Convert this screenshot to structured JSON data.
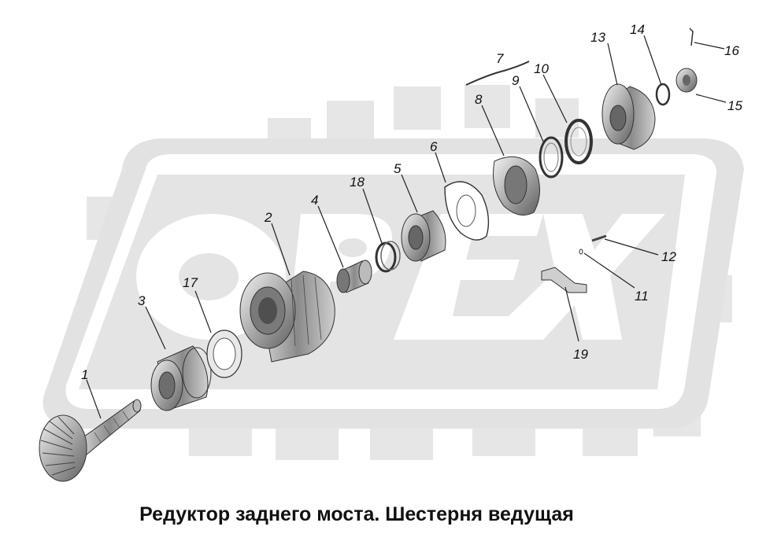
{
  "caption": "Редуктор заднего моста. Шестерня ведущая",
  "watermark": {
    "text": "ОРЕХ",
    "color": "#e4e4e4"
  },
  "callouts": [
    "1",
    "2",
    "3",
    "4",
    "5",
    "6",
    "7",
    "8",
    "9",
    "10",
    "11",
    "12",
    "13",
    "14",
    "15",
    "16",
    "17",
    "18",
    "19"
  ],
  "parts": {
    "p1": "drive-pinion-gear",
    "p2": "bearing-housing",
    "p3": "tapered-roller-bearing",
    "p4": "spacer-bushing",
    "p5": "roller-bearing",
    "p6": "gasket",
    "p7": "wire",
    "p8": "bearing-cover",
    "p9": "oil-seal",
    "p10": "oil-deflector",
    "p11": "lock-pin",
    "p12": "bolt",
    "p13": "drive-flange",
    "p14": "washer",
    "p15": "nut",
    "p16": "cotter-pin",
    "p17": "shim",
    "p18": "adjusting-ring",
    "p19": "lock-plate"
  }
}
